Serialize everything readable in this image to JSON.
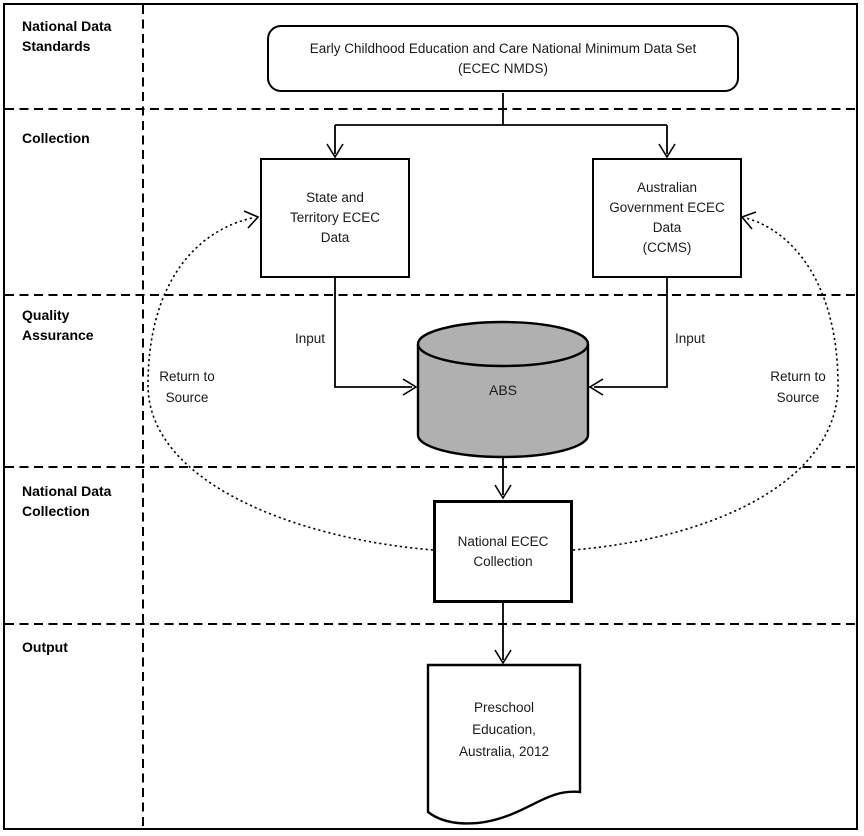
{
  "rows": [
    {
      "label": "National Data Standards"
    },
    {
      "label": "Collection"
    },
    {
      "label": "Quality Assurance"
    },
    {
      "label": "National Data Collection"
    },
    {
      "label": "Output"
    }
  ],
  "nodes": {
    "nmds": {
      "lines": [
        "Early Childhood Education and Care National Minimum Data Set",
        "(ECEC NMDS)"
      ]
    },
    "state_territory": {
      "lines": [
        "State and",
        "Territory ECEC",
        "Data"
      ]
    },
    "australian_government": {
      "lines": [
        "Australian",
        "Government ECEC",
        "Data",
        "(CCMS)"
      ]
    },
    "abs_database": {
      "label": "ABS"
    },
    "national_collection": {
      "lines": [
        "National ECEC",
        "Collection"
      ]
    },
    "output_document": {
      "lines": [
        "Preschool",
        "Education,",
        "Australia, 2012"
      ]
    }
  },
  "edge_labels": {
    "input_left": "Input",
    "input_right": "Input",
    "return_to_source": "Return to Source"
  },
  "colors": {
    "line": "#000000",
    "text": "#1a1a1a",
    "cylinder_fill": "#b0b0b0",
    "background": "#ffffff"
  }
}
